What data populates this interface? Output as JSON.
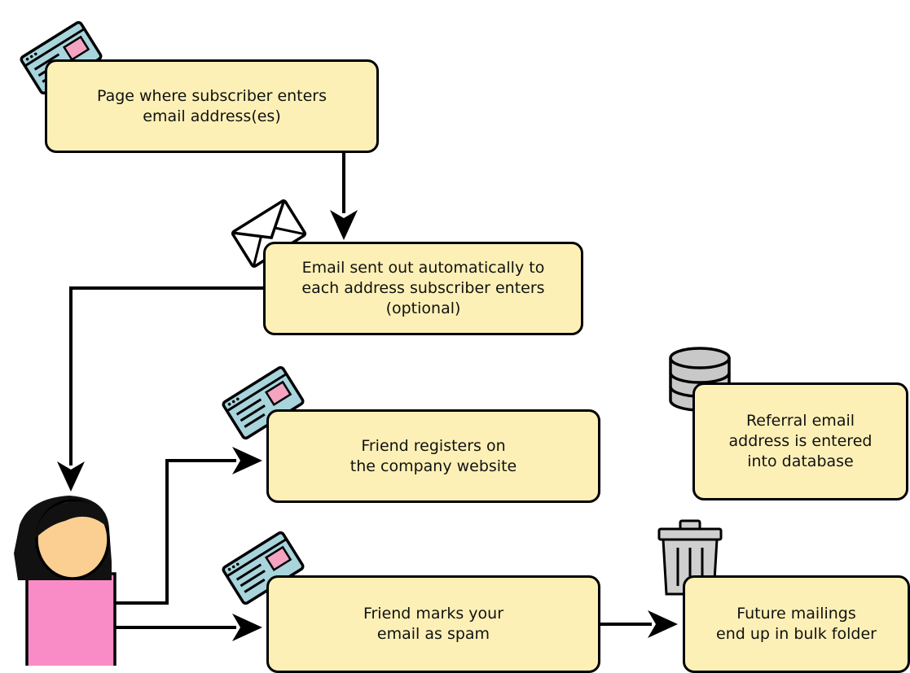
{
  "diagram": {
    "boxes": {
      "subscriber_page": "Page where subscriber enters\nemail address(es)",
      "auto_email": "Email sent out automatically to\neach address subscriber enters\n(optional)",
      "friend_registers": "Friend registers on\nthe company website",
      "database_entry": "Referral email\naddress is entered\ninto database",
      "marks_spam": "Friend marks your\nemail as spam",
      "bulk_folder": "Future mailings\nend up in bulk folder"
    },
    "colors": {
      "box_fill": "#fdf0b6",
      "stroke": "#000000",
      "browser_icon": "#a8d4dc",
      "browser_accent": "#f4a3c0",
      "person_shirt": "#f98cc6",
      "person_skin": "#fbcf92",
      "database_icon": "#c8c8c8",
      "trash_icon": "#cfcfcf"
    },
    "icons": [
      "browser-window-icon",
      "envelope-icon",
      "database-icon",
      "trash-can-icon",
      "person-icon"
    ]
  }
}
